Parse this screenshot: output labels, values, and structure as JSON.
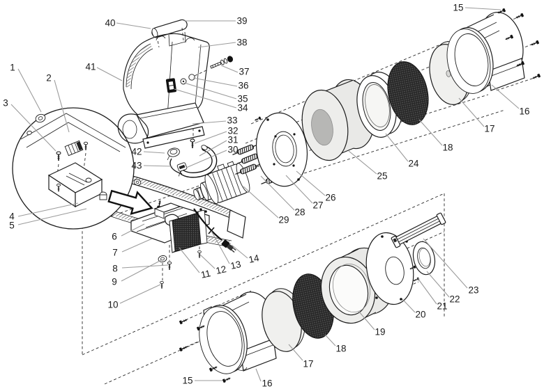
{
  "document": {
    "type": "exploded-parts-diagram",
    "subject": "Exploded-view line illustration of a portable blower/heater unit with twin blower housings, motor, filters and numbered part callouts",
    "background_color": "#ffffff",
    "line_color": "#1c1c1c",
    "leader_line_color": "#9b9b9b",
    "mesh_screen_fill": "#282828",
    "filter_ring_fill": "#e9e9e7",
    "filter_core_fill": "#b7b7b5",
    "disc_fill": "#f0f0ee",
    "callout_count": 47
  },
  "callouts": [
    {
      "label": "1"
    },
    {
      "label": "2"
    },
    {
      "label": "3"
    },
    {
      "label": "4"
    },
    {
      "label": "5"
    },
    {
      "label": "6"
    },
    {
      "label": "7"
    },
    {
      "label": "8"
    },
    {
      "label": "9"
    },
    {
      "label": "10"
    },
    {
      "label": "11"
    },
    {
      "label": "12"
    },
    {
      "label": "13"
    },
    {
      "label": "14"
    },
    {
      "label": "15"
    },
    {
      "label": "16"
    },
    {
      "label": "17"
    },
    {
      "label": "18"
    },
    {
      "label": "19"
    },
    {
      "label": "20"
    },
    {
      "label": "21"
    },
    {
      "label": "22"
    },
    {
      "label": "23"
    },
    {
      "label": "24"
    },
    {
      "label": "25"
    },
    {
      "label": "26"
    },
    {
      "label": "27"
    },
    {
      "label": "28"
    },
    {
      "label": "29"
    },
    {
      "label": "30"
    },
    {
      "label": "31"
    },
    {
      "label": "32"
    },
    {
      "label": "33"
    },
    {
      "label": "34"
    },
    {
      "label": "35"
    },
    {
      "label": "36"
    },
    {
      "label": "37"
    },
    {
      "label": "38"
    },
    {
      "label": "39"
    },
    {
      "label": "40"
    },
    {
      "label": "41"
    },
    {
      "label": "42"
    },
    {
      "label": "43"
    },
    {
      "label": "15"
    },
    {
      "label": "16"
    },
    {
      "label": "17"
    },
    {
      "label": "18"
    }
  ]
}
